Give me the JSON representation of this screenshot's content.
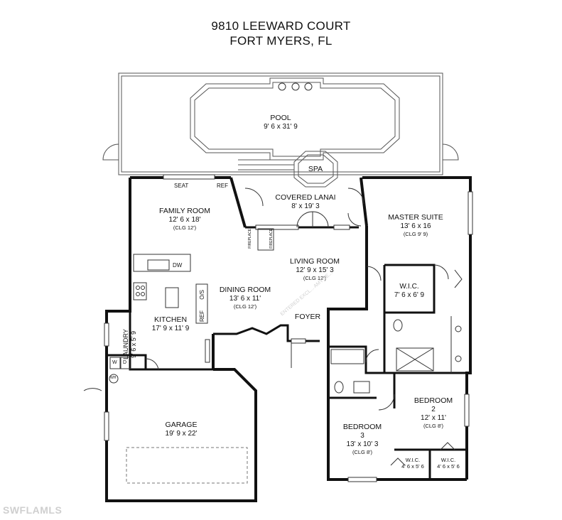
{
  "header": {
    "line1": "9810 LEEWARD COURT",
    "line2": "FORT MYERS, FL"
  },
  "rooms": {
    "pool": {
      "name": "POOL",
      "dims": "9' 6 x 31' 9"
    },
    "spa": {
      "name": "SPA"
    },
    "lanai": {
      "name": "COVERED LANAI",
      "dims": "8' x 19' 3"
    },
    "family": {
      "name": "FAMILY ROOM",
      "dims": "12' 6 x 18'",
      "clg": "(CLG 12')"
    },
    "master": {
      "name": "MASTER SUITE",
      "dims": "13' 6 x 16",
      "clg": "(CLG 9' 9)"
    },
    "living": {
      "name": "LIVING ROOM",
      "dims": "12' 9 x 15' 3",
      "clg": "(CLG 12')"
    },
    "dining": {
      "name": "DINING ROOM",
      "dims": "13' 6 x 11'",
      "clg": "(CLG 12')"
    },
    "kitchen": {
      "name": "KITCHEN",
      "dims": "17' 9 x 11' 9"
    },
    "foyer": {
      "name": "FOYER"
    },
    "laundry": {
      "name": "LAUNDRY",
      "dims": "9' 6 x 5' 9"
    },
    "wic_master": {
      "name": "W.I.C.",
      "dims": "7' 6 x 6' 9"
    },
    "bedroom2": {
      "name": "BEDROOM",
      "num": "2",
      "dims": "12' x 11'",
      "clg": "(CLG 8')"
    },
    "bedroom3": {
      "name": "BEDROOM",
      "num": "3",
      "dims": "13' x 10' 3",
      "clg": "(CLG 8')"
    },
    "wic_b3": {
      "name": "W.I.C.",
      "dims": "4' 6 x 5' 6"
    },
    "wic_b2": {
      "name": "W.I.C.",
      "dims": "4' 6 x 5' 6"
    },
    "garage": {
      "name": "GARAGE",
      "dims": "19' 9 x 22'"
    }
  },
  "fixtures": {
    "seat": "SEAT",
    "ref_family": "REF",
    "dw": "DW",
    "ovs": "O/S",
    "ref_kitchen": "REF",
    "fireplace1": "FIREPLACE",
    "fireplace2": "FIREPLACE",
    "w": "W",
    "d": "D",
    "wh": "WH"
  },
  "watermark": {
    "text": "SWFLAMLS",
    "faint": "ENTERED EXCL... AMY VE..."
  },
  "colors": {
    "wall": "#111111",
    "thin": "#333333",
    "pool_edge": "#555555"
  }
}
